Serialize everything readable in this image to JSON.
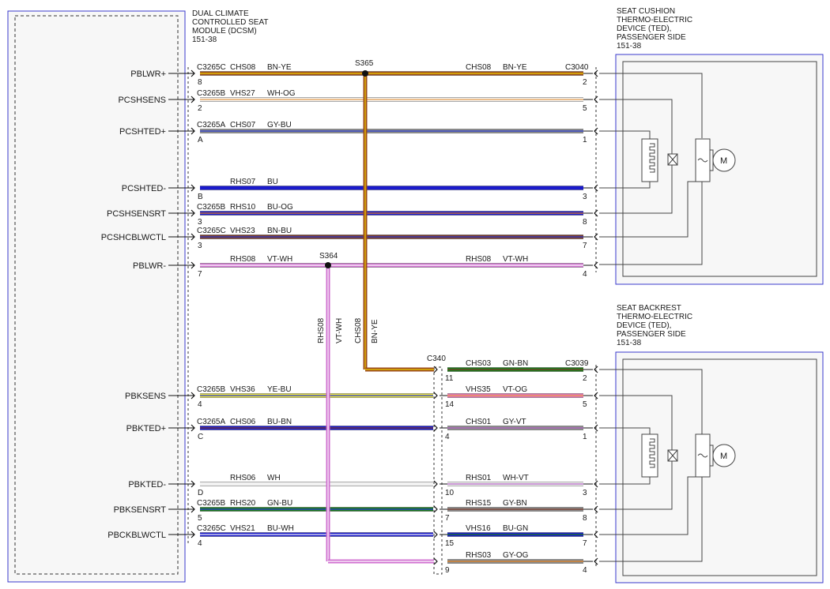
{
  "module": {
    "title_lines": [
      "DUAL CLIMATE",
      "CONTROLLED SEAT",
      "MODULE (DCSM)",
      "151-38"
    ]
  },
  "cushion_ted": {
    "title_lines": [
      "SEAT CUSHION",
      "THERMO-ELECTRIC",
      "DEVICE (TED),",
      "PASSENGER SIDE",
      "151-38"
    ]
  },
  "backrest_ted": {
    "title_lines": [
      "SEAT BACKREST",
      "THERMO-ELECTRIC",
      "DEVICE (TED),",
      "PASSENGER SIDE",
      "151-38"
    ]
  },
  "motor_symbol": "M",
  "splices": [
    "S365",
    "S364"
  ],
  "inline_connector": "C340",
  "connectors_right": [
    "C3040",
    "C3039"
  ],
  "vertical_labels": [
    "RHS08",
    "VT-WH",
    "CHS08",
    "BN-YE"
  ],
  "pins": [
    {
      "label": "PBLWR+",
      "conn": "C3265C",
      "left_pin": "8",
      "circuit": "CHS08",
      "color_code": "BN-YE",
      "right_circuit": "CHS08",
      "right_color": "BN-YE",
      "right_pin": "2",
      "colors": [
        "#9a4a1c",
        "#f0d000"
      ]
    },
    {
      "label": "PCSHSENS",
      "conn": "C3265B",
      "left_pin": "2",
      "circuit": "VHS27",
      "color_code": "WH-OG",
      "right_pin": "5",
      "colors": [
        "#f2f2f2",
        "#e8a050"
      ]
    },
    {
      "label": "PCSHTED+",
      "conn": "C3265A",
      "left_pin": "A",
      "circuit": "CHS07",
      "color_code": "GY-BU",
      "right_pin": "1",
      "colors": [
        "#8a8a8a",
        "#2a3cd0"
      ]
    },
    {
      "label": "PCSHTED-",
      "conn": "",
      "left_pin": "B",
      "circuit": "RHS07",
      "color_code": "BU",
      "right_pin": "3",
      "colors": [
        "#1a1acc",
        "#1a1acc"
      ]
    },
    {
      "label": "PCSHSENSRT",
      "conn": "C3265B",
      "left_pin": "3",
      "circuit": "RHS10",
      "color_code": "BU-OG",
      "right_pin": "8",
      "colors": [
        "#1a1acc",
        "#e08020"
      ]
    },
    {
      "label": "PCSHCBLWCTL",
      "conn": "C3265C",
      "left_pin": "3",
      "circuit": "VHS23",
      "color_code": "BN-BU",
      "right_pin": "7",
      "colors": [
        "#7a3a2a",
        "#2a3cd0"
      ]
    },
    {
      "label": "PBLWR-",
      "conn": "",
      "left_pin": "7",
      "circuit": "RHS08",
      "color_code": "VT-WH",
      "right_circuit": "RHS08",
      "right_color": "VT-WH",
      "right_pin": "4",
      "colors": [
        "#d070d0",
        "#ffffff"
      ]
    },
    {
      "label": "PBKSENS",
      "conn": "C3265B",
      "left_pin": "4",
      "circuit": "VHS36",
      "color_code": "YE-BU",
      "mid_pin": "14",
      "right_circuit": "VHS35",
      "right_color": "VT-OG",
      "right_pin": "5",
      "colors": [
        "#e8e040",
        "#2a3cd0"
      ],
      "right_colors": [
        "#e070b0",
        "#e8a050"
      ]
    },
    {
      "label": "PBKTED+",
      "conn": "C3265A",
      "left_pin": "C",
      "circuit": "CHS06",
      "color_code": "BU-BN",
      "mid_pin": "4",
      "right_circuit": "CHS01",
      "right_color": "GY-VT",
      "right_pin": "1",
      "colors": [
        "#1a1acc",
        "#7a3a2a"
      ],
      "right_colors": [
        "#8a8a8a",
        "#b060c0"
      ]
    },
    {
      "label": "PBKTED-",
      "conn": "",
      "left_pin": "D",
      "circuit": "RHS06",
      "color_code": "WH",
      "mid_pin": "10",
      "right_circuit": "RHS01",
      "right_color": "WH-VT",
      "right_pin": "3",
      "colors": [
        "#f2f2f2",
        "#f2f2f2"
      ],
      "right_colors": [
        "#f2f2f2",
        "#b060c0"
      ]
    },
    {
      "label": "PBKSENSRT",
      "conn": "C3265B",
      "left_pin": "5",
      "circuit": "RHS20",
      "color_code": "GN-BU",
      "mid_pin": "7",
      "right_circuit": "RHS15",
      "right_color": "GY-BN",
      "right_pin": "8",
      "colors": [
        "#1a7a1a",
        "#2a3cd0"
      ],
      "right_colors": [
        "#8a8a8a",
        "#7a3a2a"
      ]
    },
    {
      "label": "PBCKBLWCTL",
      "conn": "C3265C",
      "left_pin": "4",
      "circuit": "VHS21",
      "color_code": "BU-WH",
      "mid_pin": "15",
      "right_circuit": "VHS16",
      "right_color": "BU-GN",
      "right_pin": "7",
      "colors": [
        "#1a1acc",
        "#f2f2f2"
      ],
      "right_colors": [
        "#1a1acc",
        "#1a7a1a"
      ]
    }
  ],
  "c340_top": {
    "mid_pin": "11",
    "circuit": "CHS03",
    "color_code": "GN-BN",
    "right_pin": "2",
    "colors": [
      "#1a7a1a",
      "#7a3a2a"
    ]
  },
  "c340_bottom": {
    "mid_pin": "9",
    "circuit": "RHS03",
    "color_code": "GY-OG",
    "right_pin": "4",
    "colors": [
      "#8a8a8a",
      "#e08020"
    ]
  }
}
